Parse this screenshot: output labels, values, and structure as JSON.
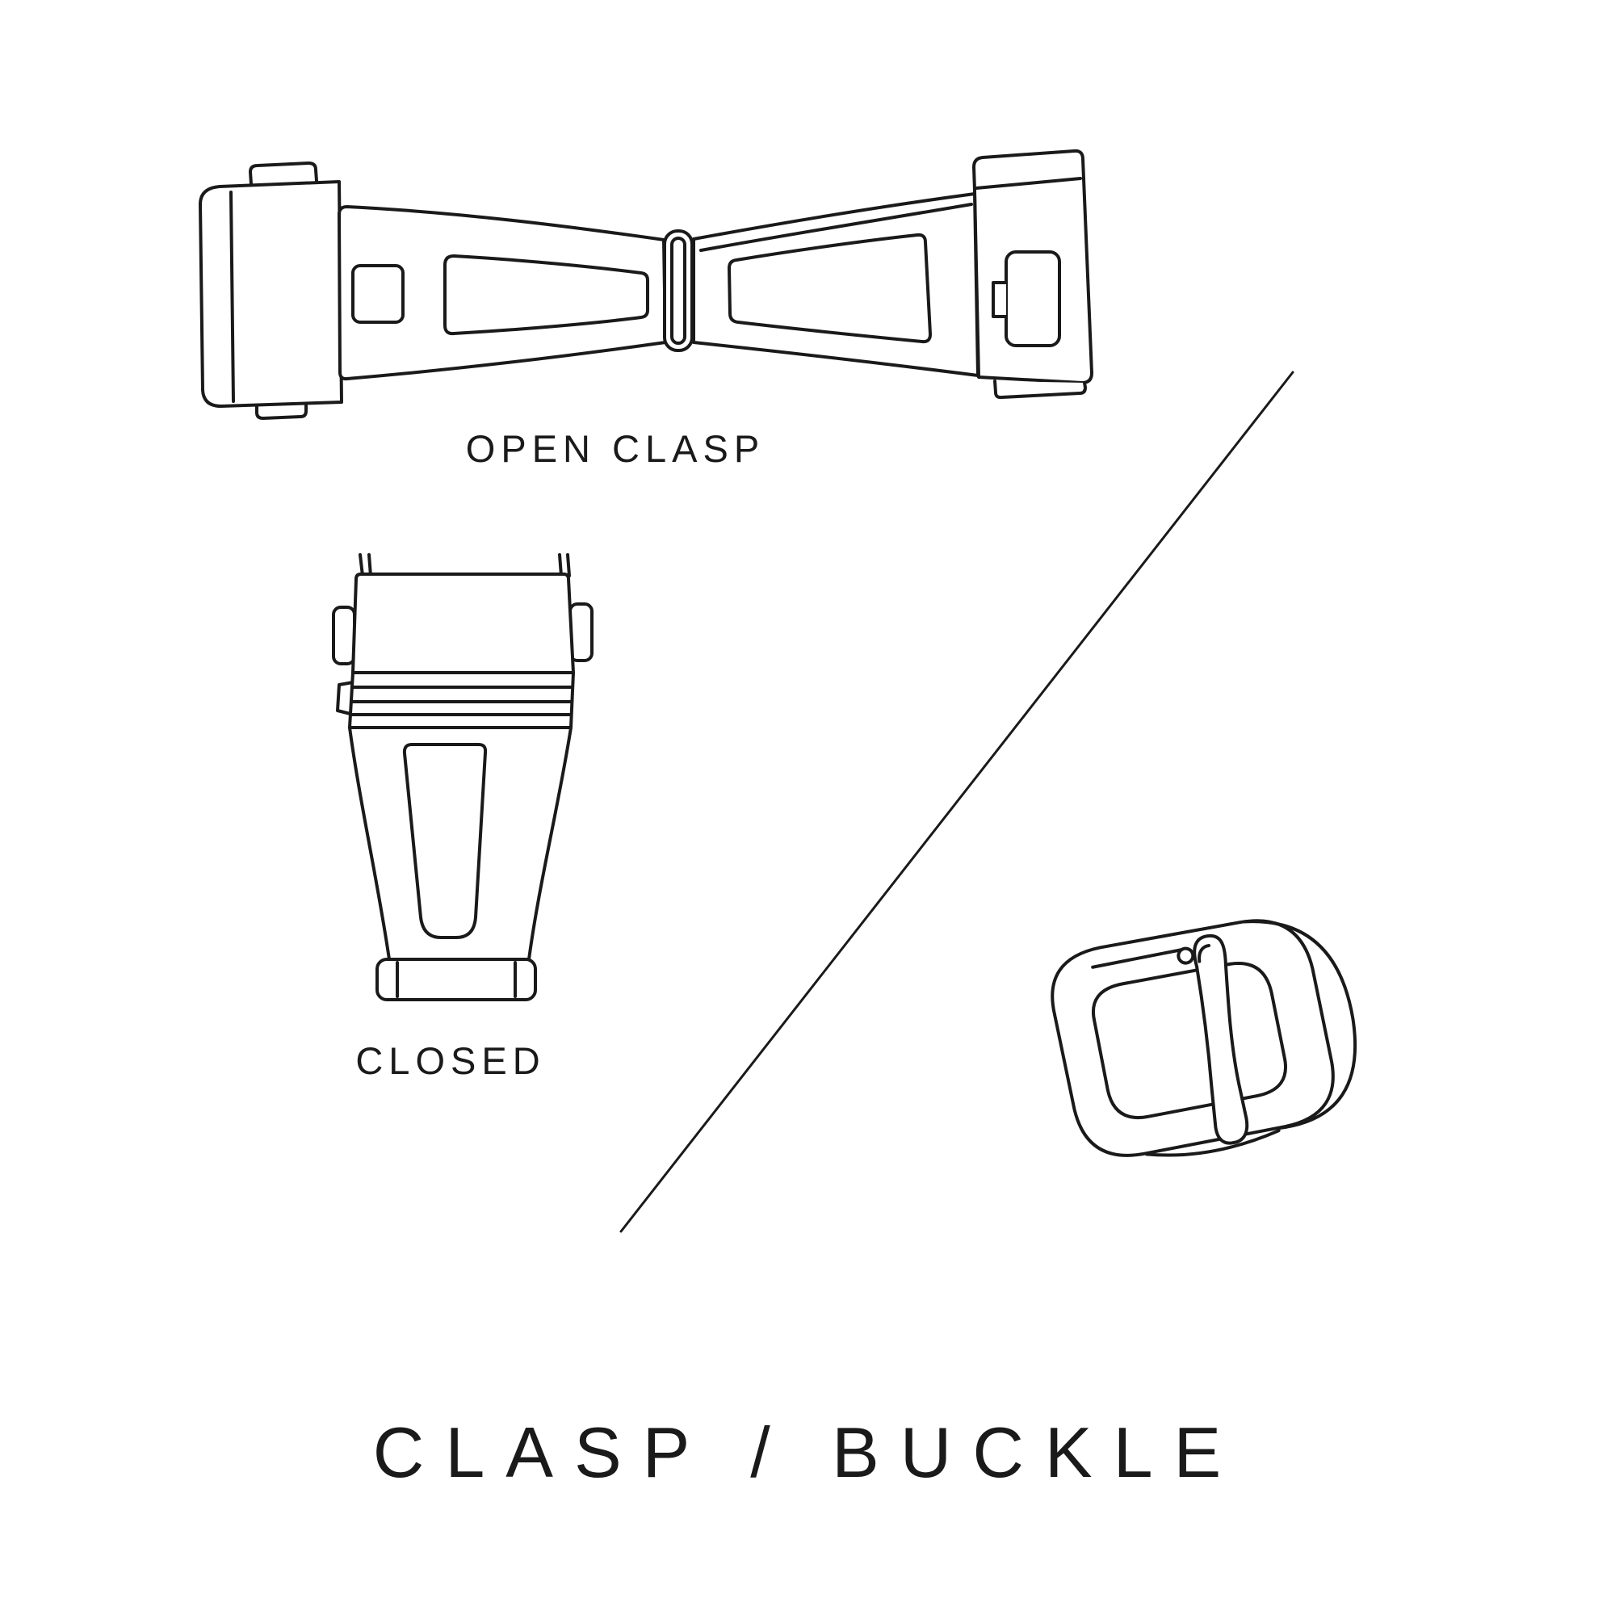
{
  "page": {
    "background": "#ffffff",
    "ink": "#1a1a1a"
  },
  "labels": {
    "open_clasp": "OPEN CLASP",
    "closed": "CLOSED",
    "title": "CLASP / BUCKLE"
  },
  "illustrations": {
    "open_clasp": "open-clasp-line-drawing",
    "closed_clasp": "closed-clasp-line-drawing",
    "buckle": "tang-buckle-line-drawing",
    "divider": "diagonal-divider-line"
  }
}
